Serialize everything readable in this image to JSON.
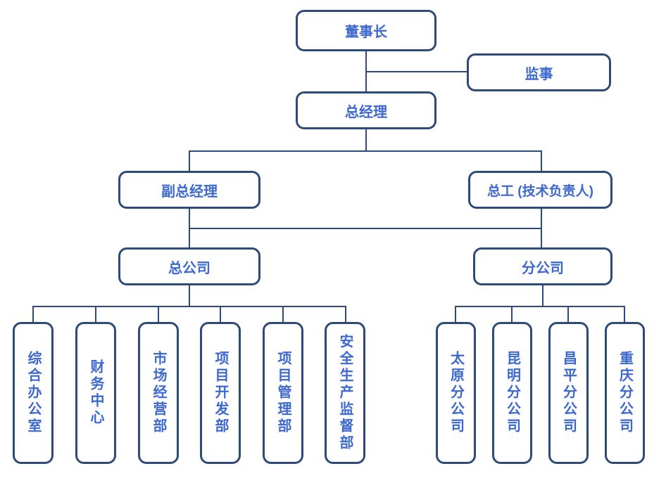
{
  "colors": {
    "border": "#2e4a78",
    "line": "#2e4a78",
    "text": "#3c68cf",
    "bg": "#ffffff"
  },
  "org": {
    "chairman": "董事长",
    "supervisor": "监事",
    "general_manager": "总经理",
    "deputy_general_manager": "副总经理",
    "chief_engineer": "总工 (技术负责人)",
    "head_office": "总公司",
    "branch_office": "分公司",
    "departments": [
      "综合办公室",
      "财务中心",
      "市场经营部",
      "项目开发部",
      "项目管理部",
      "安全生产监督部"
    ],
    "branches": [
      "太原分公司",
      "昆明分公司",
      "昌平分公司",
      "重庆分公司"
    ]
  }
}
